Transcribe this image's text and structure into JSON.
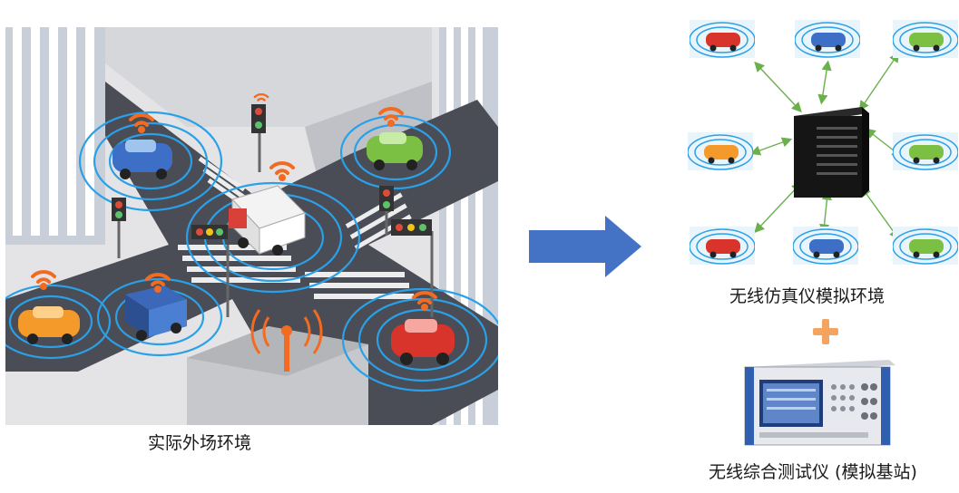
{
  "labels": {
    "field_environment": "实际外场环境",
    "simulator_environment": "无线仿真仪模拟环境",
    "tester": "无线综合测试仪 (模拟基站)"
  },
  "colors": {
    "arrow_blue": "#4472c4",
    "plus_orange": "#f4a460",
    "link_green": "#6ab04c",
    "wave_blue": "#2aa0e8",
    "signal_orange": "#f26b21",
    "road_gray": "#4a4d55"
  },
  "icons": {
    "flow_arrow": "right-arrow-icon",
    "plus": "plus-icon",
    "emulator": "channel-emulator-icon",
    "tester": "radio-tester-icon"
  }
}
